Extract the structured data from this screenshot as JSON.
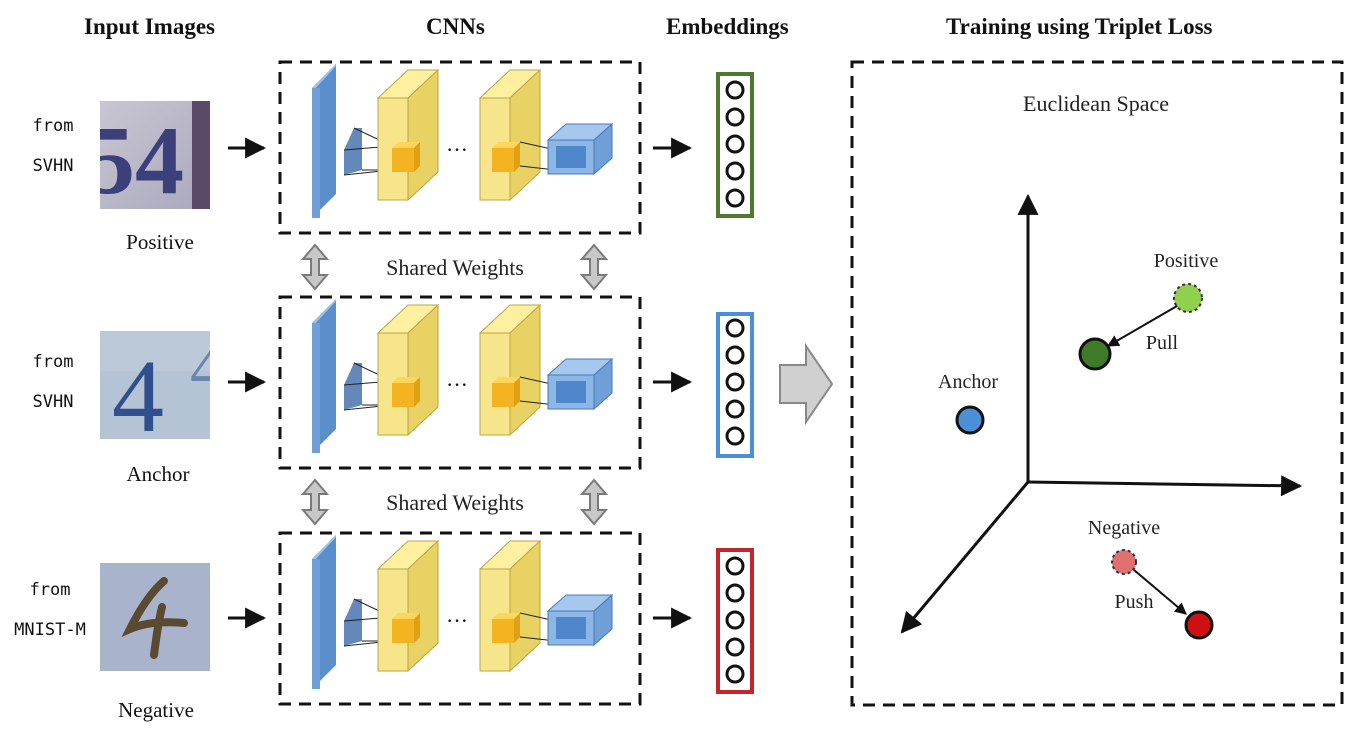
{
  "headers": {
    "input_images": "Input Images",
    "cnns": "CNNs",
    "embeddings": "Embeddings",
    "training": "Training using Triplet Loss"
  },
  "rows": [
    {
      "source_line1": "from",
      "source_line2": "SVHN",
      "role": "Positive",
      "digit": "54",
      "embed_color": "#4e7a2e"
    },
    {
      "source_line1": "from",
      "source_line2": "SVHN",
      "role": "Anchor",
      "digit": "4",
      "embed_color": "#4a90d9"
    },
    {
      "source_line1": "from",
      "source_line2": "MNIST-M",
      "role": "Negative",
      "digit": "4",
      "embed_color": "#c0262b"
    }
  ],
  "shared_weights": [
    "Shared Weights",
    "Shared Weights"
  ],
  "cnn_ellipsis": "···",
  "space": {
    "title": "Euclidean Space",
    "anchor_label": "Anchor",
    "positive_label": "Positive",
    "negative_label": "Negative",
    "pull_label": "Pull",
    "push_label": "Push",
    "colors": {
      "anchor": "#4a90d9",
      "positive_ghost": "#8fd14f",
      "positive": "#3f7a29",
      "negative_ghost": "#e07070",
      "negative": "#d01010"
    }
  }
}
